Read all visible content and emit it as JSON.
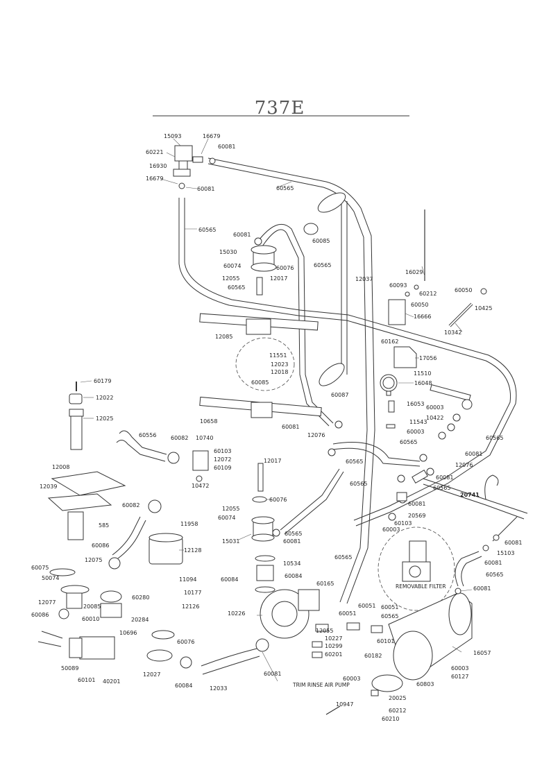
{
  "title": "737E",
  "notes": {
    "removable_filter": "REMOVABLE FILTER",
    "trim_rinse_air_pump": "TRIM RINSE AIR PUMP"
  },
  "labels": [
    {
      "id": "l1",
      "text": "15093"
    },
    {
      "id": "l2",
      "text": "16679"
    },
    {
      "id": "l3",
      "text": "60221"
    },
    {
      "id": "l4",
      "text": "60081"
    },
    {
      "id": "l5",
      "text": "16930"
    },
    {
      "id": "l6",
      "text": "16679"
    },
    {
      "id": "l7",
      "text": "60081"
    },
    {
      "id": "l8",
      "text": "60565"
    },
    {
      "id": "l9",
      "text": "60565"
    },
    {
      "id": "l10",
      "text": "60085"
    },
    {
      "id": "l11",
      "text": "60081"
    },
    {
      "id": "l12",
      "text": "15030"
    },
    {
      "id": "l13",
      "text": "60074"
    },
    {
      "id": "l14",
      "text": "60076"
    },
    {
      "id": "l15",
      "text": "12055"
    },
    {
      "id": "l16",
      "text": "12017"
    },
    {
      "id": "l17",
      "text": "60565"
    },
    {
      "id": "l18",
      "text": "60565"
    },
    {
      "id": "l19",
      "text": "12037"
    },
    {
      "id": "l20",
      "text": "16029"
    },
    {
      "id": "l21",
      "text": "60093"
    },
    {
      "id": "l22",
      "text": "60212"
    },
    {
      "id": "l23",
      "text": "60050"
    },
    {
      "id": "l24",
      "text": "60050"
    },
    {
      "id": "l25",
      "text": "10425"
    },
    {
      "id": "l26",
      "text": "16666"
    },
    {
      "id": "l27",
      "text": "10342"
    },
    {
      "id": "l28",
      "text": "12085"
    },
    {
      "id": "l29",
      "text": "11551"
    },
    {
      "id": "l30",
      "text": "12023"
    },
    {
      "id": "l31",
      "text": "12018"
    },
    {
      "id": "l32",
      "text": "60085"
    },
    {
      "id": "l33",
      "text": "60162"
    },
    {
      "id": "l34",
      "text": "17056"
    },
    {
      "id": "l35",
      "text": "11510"
    },
    {
      "id": "l36",
      "text": "16048"
    },
    {
      "id": "l37",
      "text": "60087"
    },
    {
      "id": "l38",
      "text": "60179"
    },
    {
      "id": "l39",
      "text": "12022"
    },
    {
      "id": "l40",
      "text": "12025"
    },
    {
      "id": "l41",
      "text": "16053"
    },
    {
      "id": "l42",
      "text": "60003"
    },
    {
      "id": "l43",
      "text": "10422"
    },
    {
      "id": "l44",
      "text": "11543"
    },
    {
      "id": "l45",
      "text": "60003"
    },
    {
      "id": "l46",
      "text": "60565"
    },
    {
      "id": "l47",
      "text": "60565"
    },
    {
      "id": "l48",
      "text": "10658"
    },
    {
      "id": "l49",
      "text": "60081"
    },
    {
      "id": "l50",
      "text": "60556"
    },
    {
      "id": "l51",
      "text": "60082"
    },
    {
      "id": "l52",
      "text": "10740"
    },
    {
      "id": "l53",
      "text": "60103"
    },
    {
      "id": "l54",
      "text": "12072"
    },
    {
      "id": "l55",
      "text": "60109"
    },
    {
      "id": "l56",
      "text": "12076"
    },
    {
      "id": "l57",
      "text": "60565"
    },
    {
      "id": "l58",
      "text": "60081"
    },
    {
      "id": "l59",
      "text": "12076"
    },
    {
      "id": "l60",
      "text": "12017"
    },
    {
      "id": "l61",
      "text": "60081"
    },
    {
      "id": "l62",
      "text": "12008"
    },
    {
      "id": "l63",
      "text": "12039"
    },
    {
      "id": "l64",
      "text": "10472"
    },
    {
      "id": "l65",
      "text": "60565"
    },
    {
      "id": "l66",
      "text": "60565"
    },
    {
      "id": "l67",
      "text": "20741"
    },
    {
      "id": "l68",
      "text": "60076"
    },
    {
      "id": "l69",
      "text": "60081"
    },
    {
      "id": "l70",
      "text": "20569"
    },
    {
      "id": "l71",
      "text": "60103"
    },
    {
      "id": "l72",
      "text": "60003"
    },
    {
      "id": "l73",
      "text": "60082"
    },
    {
      "id": "l74",
      "text": "11958"
    },
    {
      "id": "l75",
      "text": "12055"
    },
    {
      "id": "l76",
      "text": "60074"
    },
    {
      "id": "l77",
      "text": "60565"
    },
    {
      "id": "l78",
      "text": "60081"
    },
    {
      "id": "l79",
      "text": "15031"
    },
    {
      "id": "l80",
      "text": "12128"
    },
    {
      "id": "l81",
      "text": "60081"
    },
    {
      "id": "l82",
      "text": "15103"
    },
    {
      "id": "l83",
      "text": "585"
    },
    {
      "id": "l84",
      "text": "60086"
    },
    {
      "id": "l85",
      "text": "60075"
    },
    {
      "id": "l86",
      "text": "12075"
    },
    {
      "id": "l87",
      "text": "50074"
    },
    {
      "id": "l88",
      "text": "60565"
    },
    {
      "id": "l89",
      "text": "10534"
    },
    {
      "id": "l90",
      "text": "60081"
    },
    {
      "id": "l91",
      "text": "60565"
    },
    {
      "id": "l92",
      "text": "60084"
    },
    {
      "id": "l93",
      "text": "60084"
    },
    {
      "id": "l94",
      "text": "11094"
    },
    {
      "id": "l95",
      "text": "60165"
    },
    {
      "id": "l96",
      "text": "60081"
    },
    {
      "id": "l97",
      "text": "60280"
    },
    {
      "id": "l98",
      "text": "10177"
    },
    {
      "id": "l99",
      "text": "12126"
    },
    {
      "id": "l100",
      "text": "12077"
    },
    {
      "id": "l101",
      "text": "20085"
    },
    {
      "id": "l102",
      "text": "60086"
    },
    {
      "id": "l103",
      "text": "60010"
    },
    {
      "id": "l104",
      "text": "10696"
    },
    {
      "id": "l105",
      "text": "10226"
    },
    {
      "id": "l106",
      "text": "60051"
    },
    {
      "id": "l107",
      "text": "60051"
    },
    {
      "id": "l108",
      "text": "60051"
    },
    {
      "id": "l109",
      "text": "60565"
    },
    {
      "id": "l110",
      "text": "20284"
    },
    {
      "id": "l111",
      "text": "60076"
    },
    {
      "id": "l112",
      "text": "12055"
    },
    {
      "id": "l113",
      "text": "10227"
    },
    {
      "id": "l114",
      "text": "10299"
    },
    {
      "id": "l115",
      "text": "60201"
    },
    {
      "id": "l116",
      "text": "60101"
    },
    {
      "id": "l117",
      "text": "60182"
    },
    {
      "id": "l118",
      "text": "16057"
    },
    {
      "id": "l119",
      "text": "50089"
    },
    {
      "id": "l120",
      "text": "40201"
    },
    {
      "id": "l121",
      "text": "60101"
    },
    {
      "id": "l122",
      "text": "12027"
    },
    {
      "id": "l123",
      "text": "60084"
    },
    {
      "id": "l124",
      "text": "12033"
    },
    {
      "id": "l125",
      "text": "60081"
    },
    {
      "id": "l126",
      "text": "60003"
    },
    {
      "id": "l127",
      "text": "60003"
    },
    {
      "id": "l128",
      "text": "60127"
    },
    {
      "id": "l129",
      "text": "60803"
    },
    {
      "id": "l130",
      "text": "20025"
    },
    {
      "id": "l131",
      "text": "10947"
    },
    {
      "id": "l132",
      "text": "60212"
    },
    {
      "id": "l133",
      "text": "60210"
    }
  ]
}
